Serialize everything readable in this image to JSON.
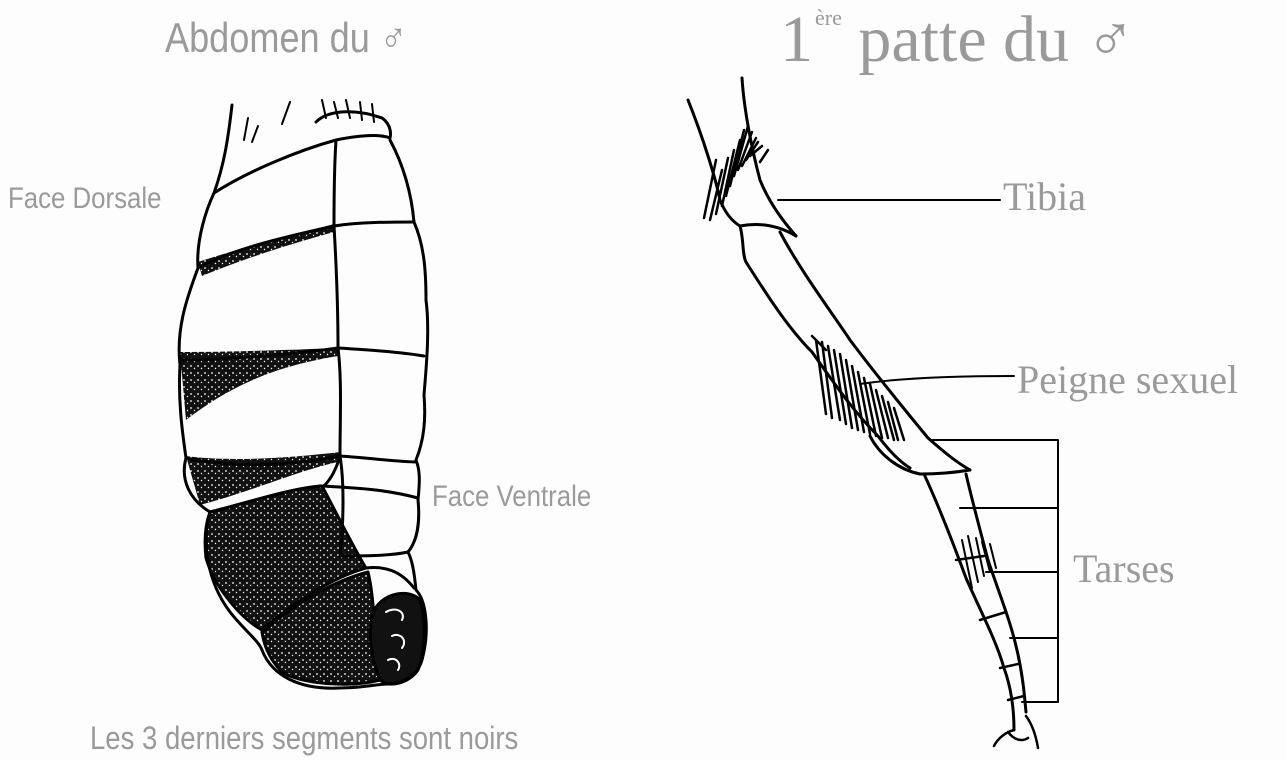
{
  "titles": {
    "abdomen": "Abdomen du ♂",
    "leg_prefix": "1",
    "leg_superscript": "ère",
    "leg_main": "patte du ♂"
  },
  "abdomen_labels": {
    "dorsal": "Face Dorsale",
    "ventral": "Face Ventrale",
    "caption": "Les 3 derniers segments sont noirs"
  },
  "leg_labels": {
    "tibia": "Tibia",
    "comb": "Peigne sexuel",
    "tarsi": "Tarses"
  },
  "colors": {
    "ink": "#000000",
    "label_gray": "#9a9a9a",
    "background": "#fdfdfd"
  }
}
